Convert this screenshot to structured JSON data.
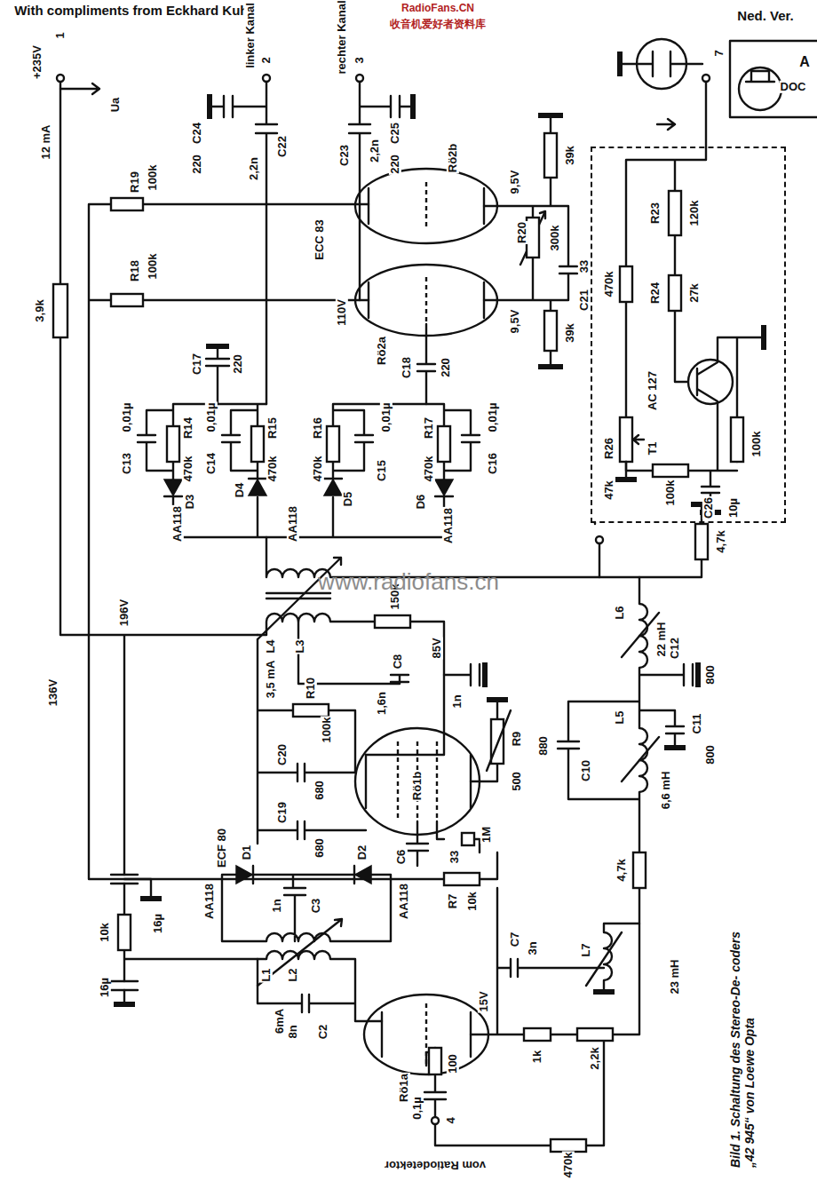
{
  "diagram": {
    "caption": "Bild 1. Schaltung des Stereo-De- coders „42 945“ von Loewe Opta",
    "nodes": [
      {
        "text": [
          "R23",
          "120k",
          "470k",
          "R24",
          "27k",
          "AC 127",
          "T1",
          "R26",
          "47k",
          "100k",
          "100k",
          "C26",
          "10µ"
        ]
      }
    ],
    "labels": [
      "With compliments from Eckhard Kuhl",
      "RadioFans.CN",
      "收音机爱好者资料库",
      "Ned. Ver.",
      "A",
      "DOC",
      "+235V",
      "1",
      "Ua",
      "12 mA",
      "linker Kanal",
      "2",
      "rechter Kanal",
      "3",
      "C24",
      "220",
      "C22",
      "2,2n",
      "C23",
      "2,2n",
      "C25",
      "220",
      "R19",
      "100k",
      "R18",
      "100k",
      "3,9k",
      "ECC 83",
      "Rö2b",
      "9,5V",
      "39k",
      "R20",
      "300k",
      "33",
      "C21",
      "39k",
      "9,5V",
      "110V",
      "Rö2a",
      "C17",
      "220",
      "C18",
      "220",
      "0,01µ",
      "C13",
      "R14",
      "470k",
      "0,01µ",
      "C14",
      "R15",
      "470k",
      "D3",
      "AA118",
      "D4",
      "AA118",
      "R16",
      "470k",
      "0,01µ",
      "C15",
      "D5",
      "R17",
      "470k",
      "0,01µ",
      "C16",
      "D6",
      "AA118",
      "196V",
      "L4",
      "L3",
      "150k",
      "85V",
      "1n",
      "3,5 mA",
      "C8",
      "1,6n",
      "R10",
      "100k",
      "C20",
      "680",
      "C19",
      "680",
      "Rö1b",
      "R9",
      "500",
      "C6",
      "33",
      "1M",
      "R7",
      "10k",
      "ECF 80",
      "136V",
      "16µ",
      "10k",
      "16µ",
      "AA118",
      "D1",
      "1n",
      "C3",
      "D2",
      "AA118",
      "L1",
      "L2",
      "6mA",
      "8n",
      "C2",
      "Rö1a",
      "100",
      "15V",
      "0,1µ",
      "4",
      "vom Ratiodetektor",
      "1k",
      "2,2k",
      "470k",
      "C7",
      "3n",
      "L7",
      "23 mH",
      "4,7k",
      "880",
      "C10",
      "L5",
      "6,6 mH",
      "C11",
      "800",
      "L6",
      "22 mH",
      "C12",
      "800",
      "4,7k",
      "7",
      "www.radiofans.cn"
    ]
  }
}
